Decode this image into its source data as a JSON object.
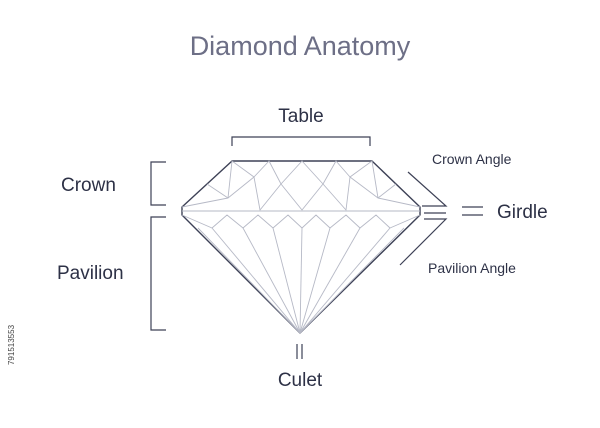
{
  "title": "Diamond Anatomy",
  "labels": {
    "table": "Table",
    "crown": "Crown",
    "pavilion": "Pavilion",
    "crown_angle": "Crown Angle",
    "girdle": "Girdle",
    "pavilion_angle": "Pavilion Angle",
    "culet": "Culet"
  },
  "side_id": "791513553",
  "colors": {
    "title": "#6d6f86",
    "outline": "#3d4156",
    "facet_lines": "#b6b9c6",
    "text": "#2d3146",
    "background": "#ffffff"
  }
}
